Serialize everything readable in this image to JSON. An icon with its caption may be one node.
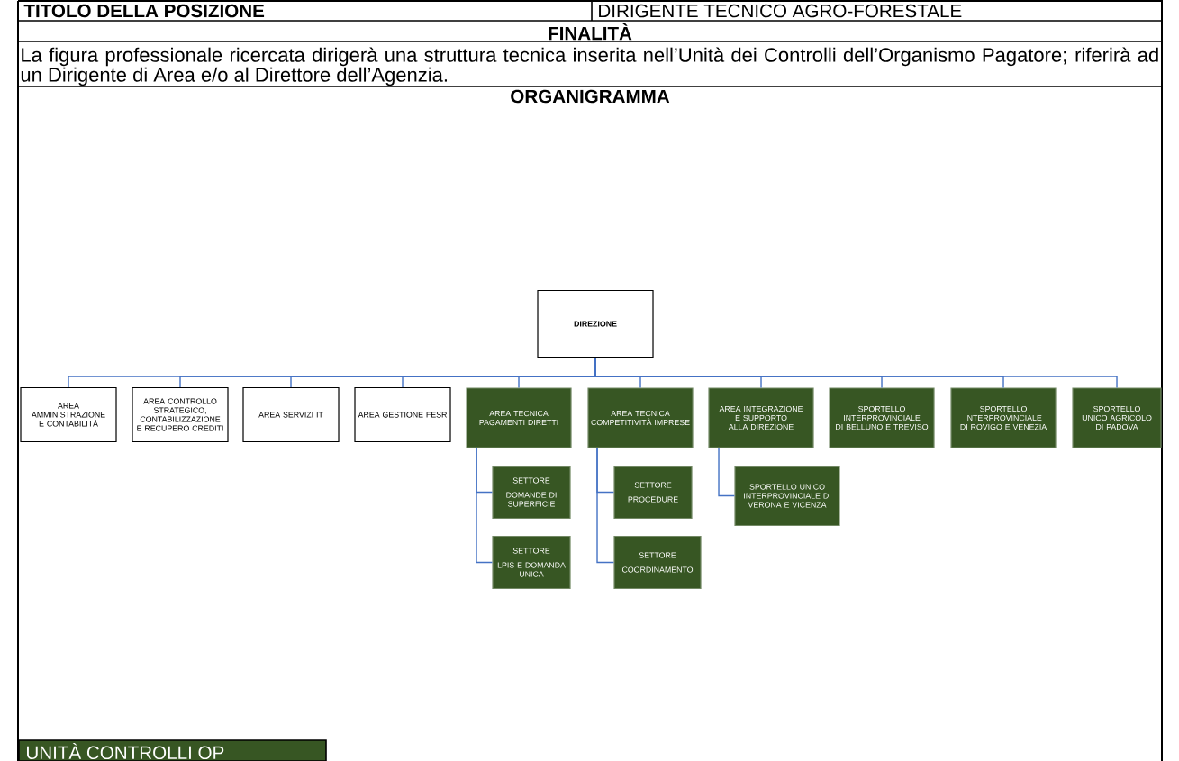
{
  "diagram": {
    "nodes": [
      {
        "text": [
          "DIREZIONE"
        ]
      },
      {
        "text": [
          "AREA AMMINISTRAZIONE E CONTABILITÀ"
        ]
      },
      {
        "text": [
          "AREA CONTROLLO STRATEGICO, CONTABILIZZAZIONE E RECUPERO CREDITI"
        ]
      },
      {
        "text": [
          "AREA SERVIZI IT"
        ]
      },
      {
        "text": [
          "AREA GESTIONE FESR"
        ]
      },
      {
        "text": [
          "AREA TECNICA PAGAMENTI DIRETTI"
        ]
      },
      {
        "text": [
          "AREA TECNICA COMPETITIVITÀ IMPRESE"
        ]
      },
      {
        "text": [
          "AREA INTEGRAZIONE E SUPPORTO ALLA DIREZIONE"
        ]
      },
      {
        "text": [
          "SPORTELLO INTERPROVINCIALE DI BELLUNO E TREVISO"
        ]
      },
      {
        "text": [
          "SPORTELLO INTERPROVINCIALE DI ROVIGO E VENEZIA"
        ]
      },
      {
        "text": [
          "SPORTELLO UNICO AGRICOLO DI PADOVA"
        ]
      },
      {
        "text": [
          "SETTORE",
          "DOMANDE DI SUPERFICIE"
        ]
      },
      {
        "text": [
          "SETTORE",
          "PROCEDURE"
        ]
      },
      {
        "text": [
          "SPORTELLO UNICO INTERPROVINCIALE DI VERONA E VICENZA"
        ]
      },
      {
        "text": [
          "SETTORE",
          "LPIS E DOMANDA UNICA"
        ]
      },
      {
        "text": [
          "SETTORE",
          "COORDINAMENTO"
        ]
      }
    ],
    "edges": [
      {
        "from": 0,
        "to": 1,
        "arrow": "none"
      },
      {
        "from": 0,
        "to": 2,
        "arrow": "none"
      },
      {
        "from": 0,
        "to": 3,
        "arrow": "none"
      },
      {
        "from": 0,
        "to": 4,
        "arrow": "none"
      },
      {
        "from": 0,
        "to": 5,
        "arrow": "none"
      },
      {
        "from": 0,
        "to": 6,
        "arrow": "none"
      },
      {
        "from": 0,
        "to": 7,
        "arrow": "none"
      },
      {
        "from": 0,
        "to": 8,
        "arrow": "none"
      },
      {
        "from": 0,
        "to": 9,
        "arrow": "none"
      },
      {
        "from": 0,
        "to": 10,
        "arrow": "none"
      },
      {
        "from": 5,
        "to": 11,
        "arrow": "none"
      },
      {
        "from": 5,
        "to": 14,
        "arrow": "none"
      },
      {
        "from": 6,
        "to": 12,
        "arrow": "none"
      },
      {
        "from": 6,
        "to": 15,
        "arrow": "none"
      },
      {
        "from": 7,
        "to": 13,
        "arrow": "none"
      }
    ],
    "labels": [
      "TITOLO DELLA POSIZIONE",
      "DIRIGENTE TECNICO AGRO-FORESTALE",
      "FINALITÀ",
      "La figura professionale ricercata dirigerà una struttura tecnica inserita nell’Unità dei Controlli dell’Organismo Pagatore; riferirà ad un Dirigente di Area e/o al Direttore dell’Agenzia.",
      "ORGANIGRAMMA"
    ],
    "legend": [
      {
        "text": "UNITÀ CONTROLLI OP",
        "color": "#375623"
      }
    ]
  }
}
